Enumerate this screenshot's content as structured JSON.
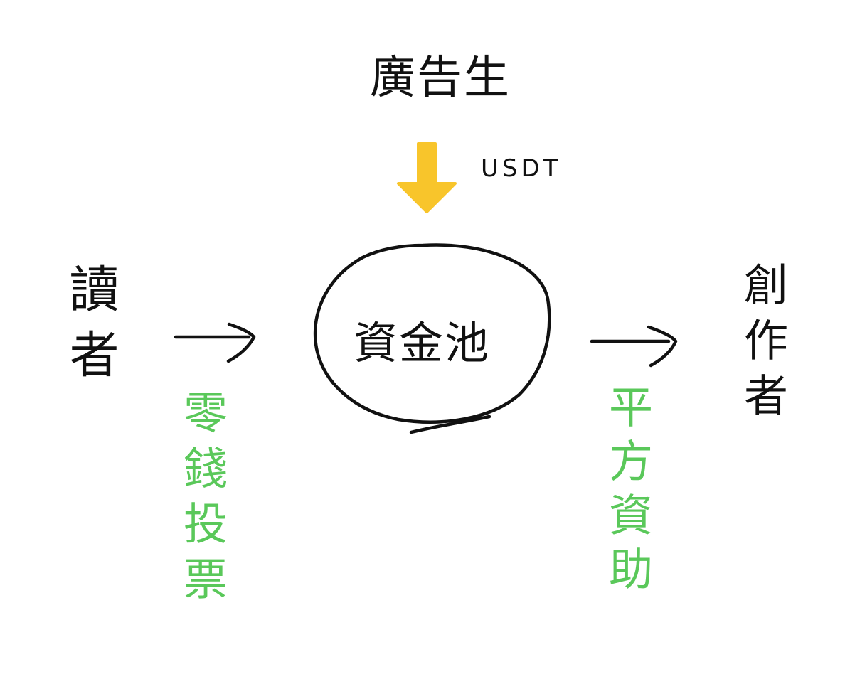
{
  "colors": {
    "ink": "#111111",
    "accent_arrow": "#f8c52b",
    "annotation_green": "#5ac85a",
    "background": "#ffffff"
  },
  "nodes": {
    "advertiser": "廣告生",
    "reader": "讀者",
    "pool": "資金池",
    "creator": "創作者"
  },
  "edges": {
    "advertiser_to_pool": "USDT",
    "reader_to_pool": "零錢投票",
    "pool_to_creator": "平方資助"
  },
  "icons": {
    "down_arrow": "arrow-down-icon",
    "right_arrow": "arrow-right-icon",
    "pool_outline": "circle-outline-icon"
  }
}
